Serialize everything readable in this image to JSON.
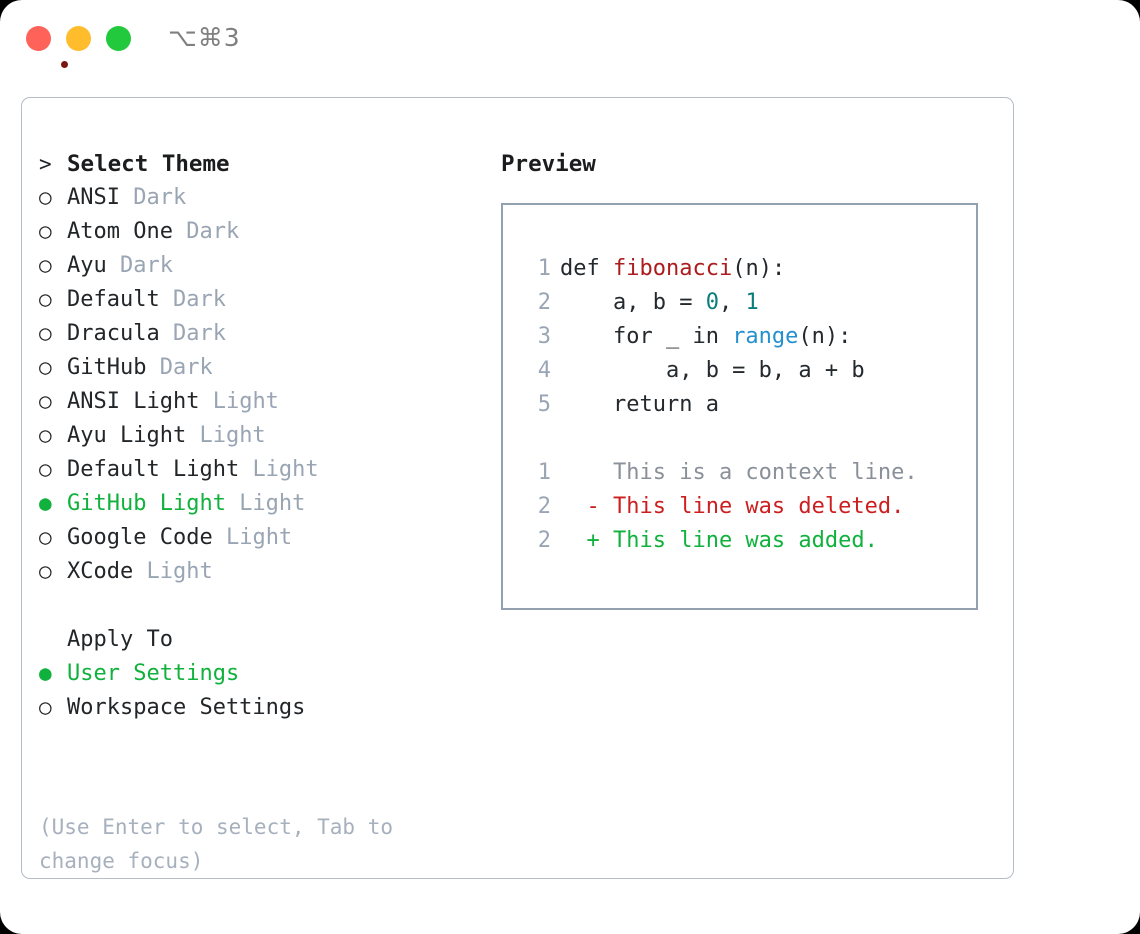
{
  "titlebar": {
    "shortcut": "⌥⌘3",
    "buttons": [
      "close",
      "minimize",
      "zoom"
    ]
  },
  "theme_picker": {
    "heading_prefix": "> ",
    "heading": "Select Theme",
    "bullet_unselected": "○ ",
    "bullet_selected": "● ",
    "items": [
      {
        "name": "ANSI",
        "variant": "Dark",
        "selected": false
      },
      {
        "name": "Atom One",
        "variant": "Dark",
        "selected": false
      },
      {
        "name": "Ayu",
        "variant": "Dark",
        "selected": false
      },
      {
        "name": "Default",
        "variant": "Dark",
        "selected": false
      },
      {
        "name": "Dracula",
        "variant": "Dark",
        "selected": false
      },
      {
        "name": "GitHub",
        "variant": "Dark",
        "selected": false
      },
      {
        "name": "ANSI Light",
        "variant": "Light",
        "selected": false
      },
      {
        "name": "Ayu Light",
        "variant": "Light",
        "selected": false
      },
      {
        "name": "Default Light",
        "variant": "Light",
        "selected": false
      },
      {
        "name": "GitHub Light",
        "variant": "Light",
        "selected": true
      },
      {
        "name": "Google Code",
        "variant": "Light",
        "selected": false
      },
      {
        "name": "XCode",
        "variant": "Light",
        "selected": false
      }
    ]
  },
  "apply_to": {
    "heading": "Apply To",
    "heading_indent": "  ",
    "options": [
      {
        "label": "User Settings",
        "selected": true
      },
      {
        "label": "Workspace Settings",
        "selected": false
      }
    ]
  },
  "hint": "(Use Enter to select, Tab to change focus)",
  "preview": {
    "title": "Preview",
    "code_lines": [
      {
        "num": "1",
        "segments": [
          {
            "text": "def ",
            "token": "plain"
          },
          {
            "text": "fibonacci",
            "token": "function"
          },
          {
            "text": "(n):",
            "token": "plain"
          }
        ]
      },
      {
        "num": "2",
        "segments": [
          {
            "text": "    a, b = ",
            "token": "plain"
          },
          {
            "text": "0",
            "token": "number"
          },
          {
            "text": ", ",
            "token": "plain"
          },
          {
            "text": "1",
            "token": "number"
          }
        ]
      },
      {
        "num": "3",
        "segments": [
          {
            "text": "    for _ in ",
            "token": "plain"
          },
          {
            "text": "range",
            "token": "builtin"
          },
          {
            "text": "(n):",
            "token": "plain"
          }
        ]
      },
      {
        "num": "4",
        "segments": [
          {
            "text": "        a, b = b, a + b",
            "token": "plain"
          }
        ]
      },
      {
        "num": "5",
        "segments": [
          {
            "text": "    return a",
            "token": "plain"
          }
        ]
      }
    ],
    "diff_lines": [
      {
        "num": "1",
        "marker": "  ",
        "text": "This is a context line.",
        "kind": "context"
      },
      {
        "num": "2",
        "marker": "- ",
        "text": "This line was deleted.",
        "kind": "deleted"
      },
      {
        "num": "2",
        "marker": "+ ",
        "text": "This line was added.",
        "kind": "added"
      }
    ]
  },
  "colors": {
    "accent_green": "#11b13d",
    "muted": "#9aa5b4",
    "hint": "#a7b0bd",
    "text": "#232629",
    "panel_border": "#b4bcc8",
    "preview_border": "#93a0b0",
    "syntax_function": "#ab1c1c",
    "syntax_number": "#0a7d7d",
    "syntax_builtin": "#2490cf",
    "diff_context": "#8a9099",
    "diff_deleted": "#cc1f1f",
    "diff_added": "#11b13d",
    "traffic_red": "#ff6259",
    "traffic_yellow": "#ffbd2e",
    "traffic_green": "#22c93c"
  }
}
